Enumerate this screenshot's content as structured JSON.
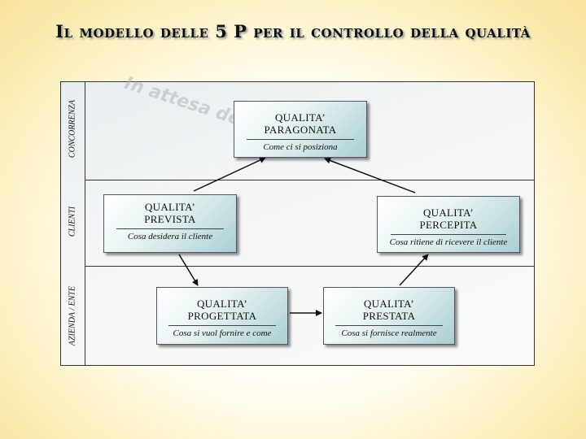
{
  "title": "Il modello delle 5 P per il controllo della qualità",
  "bands": {
    "concorrenza": "CONCORRENZA",
    "clienti": "CLIENTI",
    "azienda": "AZIENDA / ENTE"
  },
  "watermark": "In attesa del treno",
  "boxes": {
    "paragonata": {
      "name_line1": "QUALITA’",
      "name_line2": "PARAGONATA",
      "desc": "Come ci si posiziona"
    },
    "prevista": {
      "name_line1": "QUALITA’",
      "name_line2": "PREVISTA",
      "desc": "Cosa desidera il cliente"
    },
    "percepita": {
      "name_line1": "QUALITA’",
      "name_line2": "PERCEPITA",
      "desc": "Cosa ritiene di ricevere il cliente"
    },
    "progettata": {
      "name_line1": "QUALITA’",
      "name_line2": "PROGETTATA",
      "desc": "Cosa si vuol  fornire e come"
    },
    "prestata": {
      "name_line1": "QUALITA’",
      "name_line2": "PRESTATA",
      "desc": "Cosa si fornisce realmente"
    }
  }
}
